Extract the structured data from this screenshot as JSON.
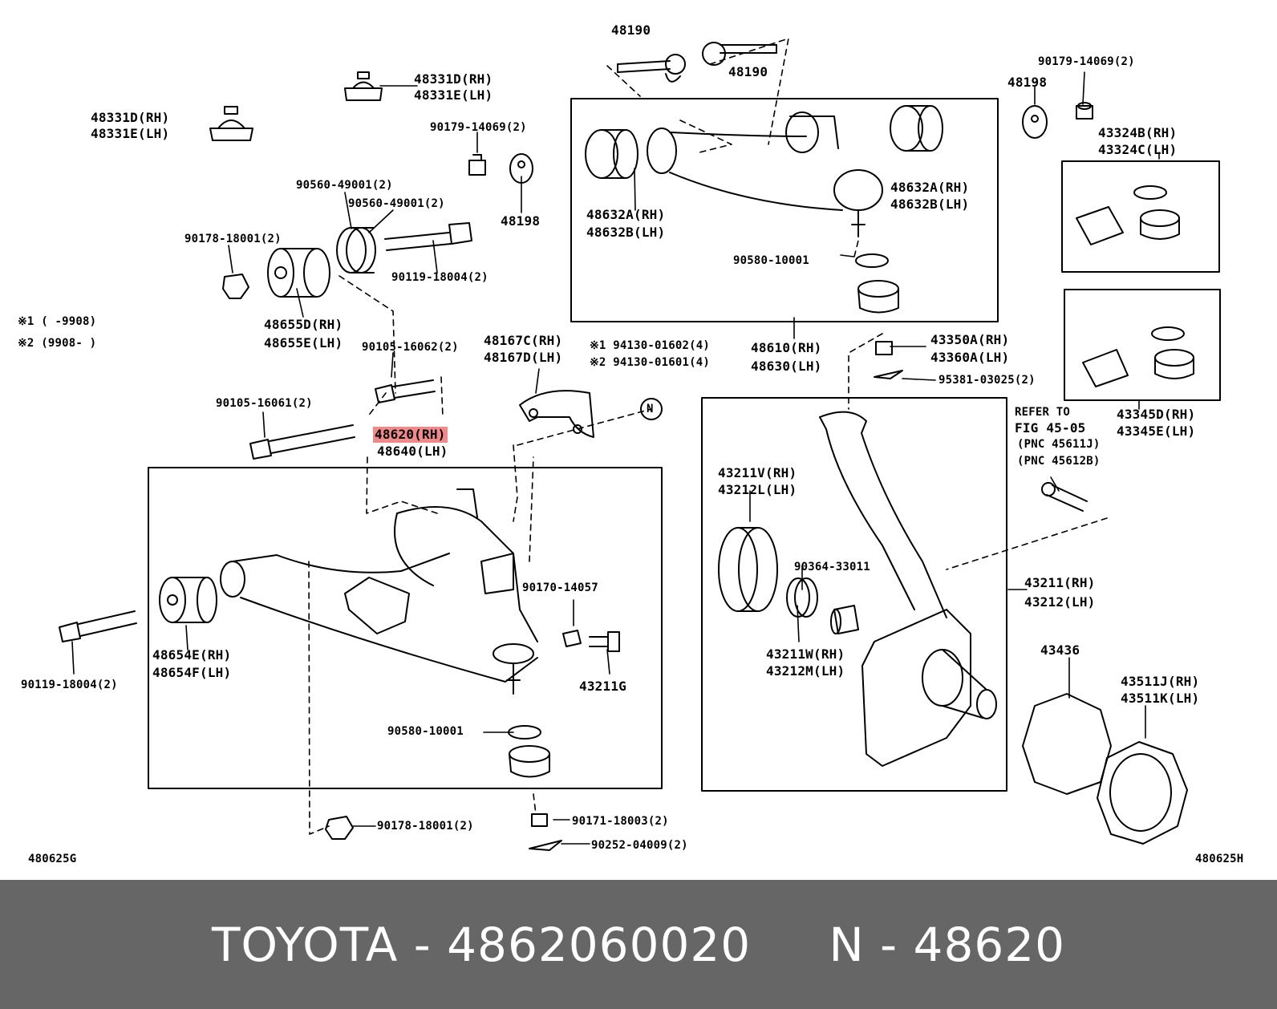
{
  "diagram": {
    "labels": {
      "l_48190_a": "48190",
      "l_48190_b": "48190",
      "l_48331d_rh_top": "48331D(RH)",
      "l_48331e_lh_top": "48331E(LH)",
      "l_48331d_rh_left": "48331D(RH)",
      "l_48331e_lh_left": "48331E(LH)",
      "l_90179_mid": "90179-14069(2)",
      "l_48198_mid": "48198",
      "l_90560_a": "90560-49001(2)",
      "l_90560_b": "90560-49001(2)",
      "l_90178_top": "90178-18001(2)",
      "l_90119_top": "90119-18004(2)",
      "l_48655d": "48655D(RH)",
      "l_48655e": "48655E(LH)",
      "l_note1": "※1 (    -9908)",
      "l_note2": "※2 (9908-     )",
      "l_90105_16062": "90105-16062(2)",
      "l_48167c": "48167C(RH)",
      "l_48167d": "48167D(LH)",
      "l_94130_1": "※1 94130-01602(4)",
      "l_94130_2": "※2 94130-01601(4)",
      "l_90105_16061": "90105-16061(2)",
      "l_48620": "48620(RH)",
      "l_48640": "48640(LH)",
      "l_48632a_left": "48632A(RH)",
      "l_48632b_left": "48632B(LH)",
      "l_48632a_right": "48632A(RH)",
      "l_48632b_right": "48632B(LH)",
      "l_90580_top": "90580-10001",
      "l_48610": "48610(RH)",
      "l_48630": "48630(LH)",
      "l_48198_right": "48198",
      "l_90179_right": "90179-14069(2)",
      "l_43324b": "43324B(RH)",
      "l_43324c": "43324C(LH)",
      "l_43350a": "43350A(RH)",
      "l_43360a": "43360A(LH)",
      "l_95381": "95381-03025(2)",
      "l_43345d": "43345D(RH)",
      "l_43345e": "43345E(LH)",
      "l_refer_to": "REFER TO",
      "l_fig": "FIG 45-05",
      "l_pnc1": "(PNC 45611J)",
      "l_pnc2": "(PNC 45612B)",
      "l_43211v": "43211V(RH)",
      "l_43212l": "43212L(LH)",
      "l_90364": "90364-33011",
      "l_43211": "43211(RH)",
      "l_43212": "43212(LH)",
      "l_43211w": "43211W(RH)",
      "l_43212m": "43212M(LH)",
      "l_43436": "43436",
      "l_43511j": "43511J(RH)",
      "l_43511k": "43511K(LH)",
      "l_90170": "90170-14057",
      "l_43211g": "43211G",
      "l_48654e": "48654E(RH)",
      "l_48654f": "48654F(LH)",
      "l_90119_left": "90119-18004(2)",
      "l_90580_bottom": "90580-10001",
      "l_90178_bottom": "90178-18001(2)",
      "l_90171": "90171-18003(2)",
      "l_90252": "90252-04009(2)",
      "l_480625g": "480625G",
      "l_480625h": "480625H",
      "l_n_marker": "N"
    }
  },
  "footer": {
    "text": "TOYOTA - 4862060020     N - 48620"
  },
  "colors": {
    "footer_bg": "#666666",
    "footer_text": "#ffffff",
    "highlight": "#f08a8a",
    "line": "#000000"
  }
}
